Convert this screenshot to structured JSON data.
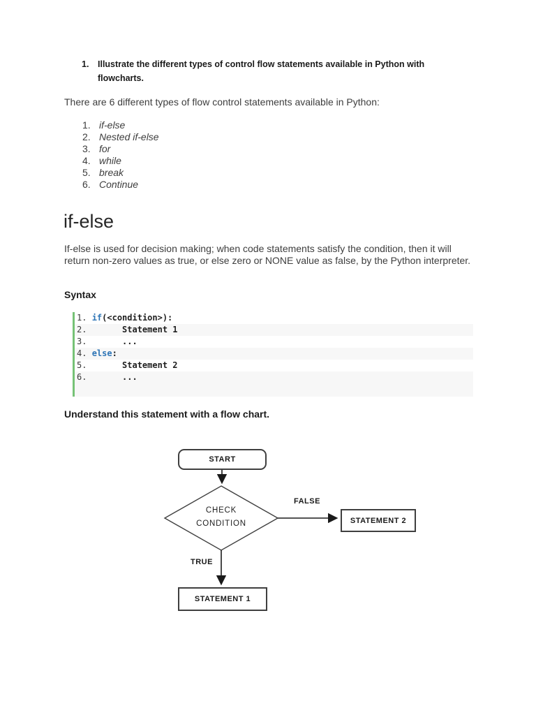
{
  "document": {
    "question": {
      "number": "1.",
      "text": "Illustrate the different types of control flow statements available in Python with flowcharts."
    },
    "intro": "There are 6 different types of flow control statements available in Python:",
    "control_flow_types": [
      {
        "num": "1.",
        "label": "if-else"
      },
      {
        "num": "2.",
        "label": "Nested if-else"
      },
      {
        "num": "3.",
        "label": "for"
      },
      {
        "num": "4.",
        "label": "while"
      },
      {
        "num": "5.",
        "label": "break"
      },
      {
        "num": "6.",
        "label": "Continue"
      }
    ],
    "section_heading": "if-else",
    "description": "If-else is used for decision making; when code statements satisfy the condition, then it will return non-zero values as true, or else zero or NONE value as false, by the Python interpreter.",
    "syntax_label": "Syntax",
    "code": {
      "keyword_color": "#2e75b6",
      "gutter_bar_color": "#76c276",
      "stripe_color": "#f7f7f7",
      "lines": [
        {
          "striped": false,
          "parts": [
            [
              "1. ",
              "ln"
            ],
            [
              "if",
              "kw"
            ],
            [
              "(<condition>):",
              "pl"
            ]
          ]
        },
        {
          "striped": true,
          "parts": [
            [
              "2. ",
              "ln"
            ],
            [
              "      Statement 1",
              "pl"
            ]
          ]
        },
        {
          "striped": false,
          "parts": [
            [
              "3. ",
              "ln"
            ],
            [
              "      ...",
              "pl"
            ]
          ]
        },
        {
          "striped": true,
          "parts": [
            [
              "4. ",
              "ln"
            ],
            [
              "else",
              "kw"
            ],
            [
              ":",
              "pl"
            ]
          ]
        },
        {
          "striped": false,
          "parts": [
            [
              "5. ",
              "ln"
            ],
            [
              "      Statement 2",
              "pl"
            ]
          ]
        },
        {
          "striped": true,
          "parts": [
            [
              "6. ",
              "ln"
            ],
            [
              "      ...",
              "pl"
            ]
          ]
        }
      ]
    },
    "flow_heading": "Understand this statement with a flow chart.",
    "flowchart": {
      "start_label": "START",
      "condition_label_line1": "CHECK",
      "condition_label_line2": "CONDITION",
      "false_label": "FALSE",
      "true_label": "TRUE",
      "statement2_label": "STATEMENT 2",
      "statement1_label": "STATEMENT 1"
    }
  }
}
